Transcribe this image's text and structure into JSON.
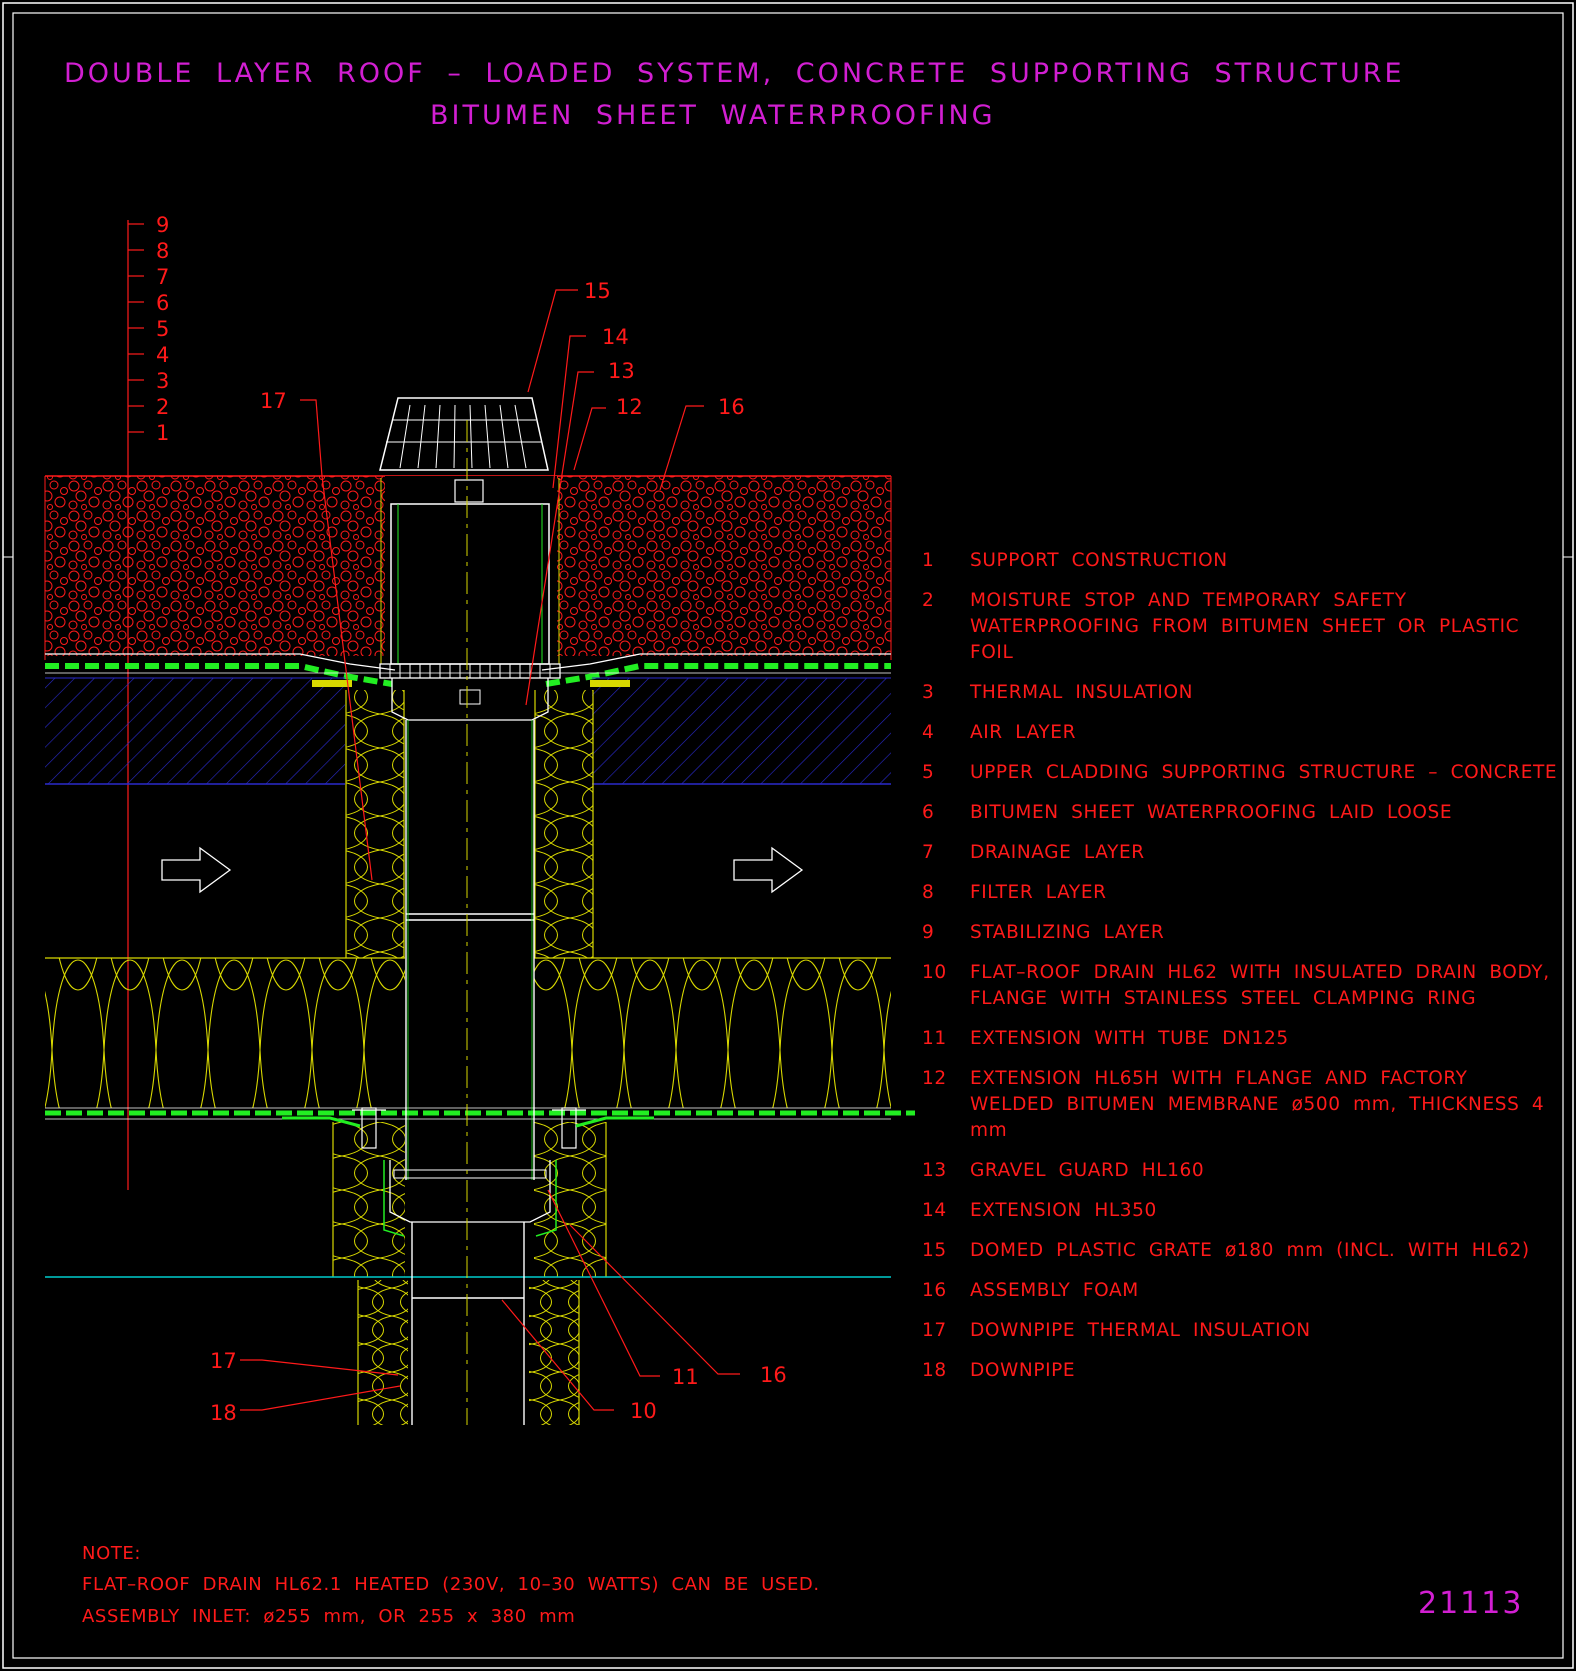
{
  "title": {
    "line1": "DOUBLE LAYER ROOF – LOADED SYSTEM, CONCRETE SUPPORTING STRUCTURE",
    "line2": "BITUMEN SHEET WATERPROOFING"
  },
  "layer_scale": [
    "9",
    "8",
    "7",
    "6",
    "5",
    "4",
    "3",
    "2",
    "1"
  ],
  "callouts": {
    "c15": "15",
    "c14": "14",
    "c13": "13",
    "c12": "12",
    "c16a": "16",
    "c17a": "17",
    "c17b": "17",
    "c18": "18",
    "c11": "11",
    "c16b": "16",
    "c10": "10"
  },
  "legend": [
    {
      "num": "1",
      "text": "SUPPORT CONSTRUCTION"
    },
    {
      "num": "2",
      "text": "MOISTURE STOP AND TEMPORARY SAFETY WATERPROOFING FROM BITUMEN SHEET OR PLASTIC FOIL"
    },
    {
      "num": "3",
      "text": "THERMAL INSULATION"
    },
    {
      "num": "4",
      "text": "AIR LAYER"
    },
    {
      "num": "5",
      "text": "UPPER CLADDING SUPPORTING STRUCTURE – CONCRETE"
    },
    {
      "num": "6",
      "text": "BITUMEN SHEET WATERPROOFING LAID LOOSE"
    },
    {
      "num": "7",
      "text": "DRAINAGE LAYER"
    },
    {
      "num": "8",
      "text": "FILTER LAYER"
    },
    {
      "num": "9",
      "text": "STABILIZING LAYER"
    },
    {
      "num": "10",
      "text": "FLAT–ROOF DRAIN HL62 WITH INSULATED DRAIN BODY, FLANGE WITH STAINLESS STEEL CLAMPING RING"
    },
    {
      "num": "11",
      "text": "EXTENSION WITH TUBE DN125"
    },
    {
      "num": "12",
      "text": "EXTENSION HL65H WITH FLANGE AND FACTORY WELDED BITUMEN MEMBRANE ø500 mm, THICKNESS 4 mm"
    },
    {
      "num": "13",
      "text": "GRAVEL GUARD HL160"
    },
    {
      "num": "14",
      "text": "EXTENSION HL350"
    },
    {
      "num": "15",
      "text": "DOMED PLASTIC GRATE ø180 mm (INCL. WITH HL62)"
    },
    {
      "num": "16",
      "text": "ASSEMBLY FOAM"
    },
    {
      "num": "17",
      "text": "DOWNPIPE THERMAL INSULATION"
    },
    {
      "num": "18",
      "text": "DOWNPIPE"
    }
  ],
  "note": {
    "heading": "NOTE:",
    "line1": "FLAT–ROOF DRAIN HL62.1 HEATED (230V, 10–30 WATTS) CAN BE USED.",
    "line2": "ASSEMBLY INLET: ø255 mm, OR 255 x 380 mm"
  },
  "drawing_number": "21113",
  "colors": {
    "title": "#d21fd2",
    "red": "#ff1a1a",
    "yellow": "#d8d800",
    "green": "#22ee22",
    "blue": "#2a2acc",
    "cyan": "#00cccc",
    "white": "#ffffff",
    "background": "#000000"
  }
}
